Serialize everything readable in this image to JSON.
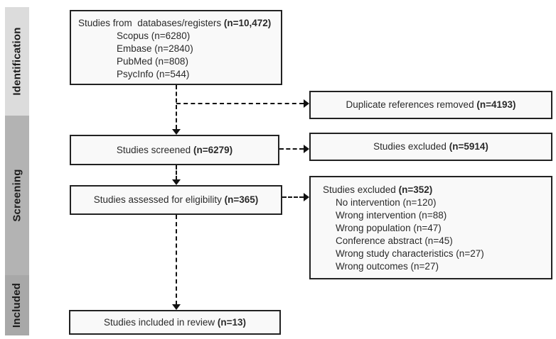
{
  "stages": [
    {
      "label": "Identification"
    },
    {
      "label": "Screening"
    },
    {
      "label": "Included"
    }
  ],
  "boxes": {
    "databases": {
      "text": "Studies from  databases/registers",
      "n": "(n=10,472)",
      "items": [
        "Scopus (n=6280)",
        "Embase (n=2840)",
        "PubMed (n=808)",
        "PsycInfo (n=544)"
      ]
    },
    "duplicates": {
      "text": "Duplicate references removed",
      "n": "(n=4193)"
    },
    "screened": {
      "text": "Studies screened",
      "n": "(n=6279)"
    },
    "excluded_screening": {
      "text": "Studies excluded",
      "n": "(n=5914)"
    },
    "assessed": {
      "text": "Studies assessed for eligibility",
      "n": "(n=365)"
    },
    "excluded_eligibility": {
      "text": "Studies excluded",
      "n": "(n=352)",
      "items": [
        "No intervention (n=120)",
        "Wrong intervention (n=88)",
        "Wrong population (n=47)",
        "Conference abstract (n=45)",
        "Wrong study characteristics (n=27)",
        "Wrong outcomes (n=27)"
      ]
    },
    "included": {
      "text": "Studies included in review",
      "n": "(n=13)"
    }
  },
  "colors": {
    "stage_identification_bg": "#dcdcdc",
    "stage_screening_bg": "#b3b3b3",
    "stage_included_bg": "#a8a8a8",
    "box_fill": "#f9f9f9",
    "box_border": "#222222",
    "arrow": "#111111"
  }
}
